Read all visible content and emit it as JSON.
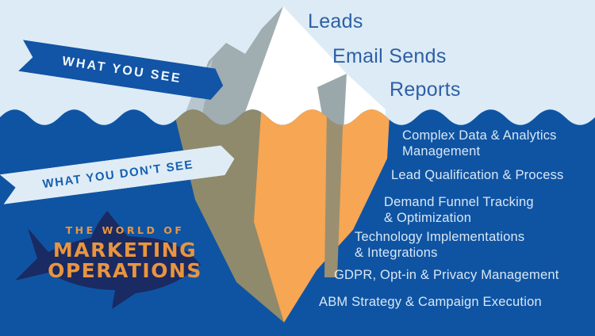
{
  "colors": {
    "sky": "#dcebf5",
    "water": "#0f54a3",
    "iceberg_white": "#ffffff",
    "iceberg_gray": "#a0adb1",
    "iceberg_gray_light": "#b6c5ce",
    "crevasse_gray": "#9aa7ab",
    "iceberg_orange": "#f7a653",
    "iceberg_olive": "#8f8a6b",
    "streak_olive": "#9b8f72",
    "shark_navy": "#1a2a62",
    "banner_dark": "#1254a6",
    "banner_dark_text": "#f2f8fc",
    "banner_light": "#dfecf6",
    "banner_light_text": "#1560ae",
    "surface_label_text": "#2d5fa6",
    "deep_label_text": "#d9e7f4",
    "brand_orange": "#e9953f"
  },
  "banners": {
    "what_you_see": "WHAT YOU SEE",
    "what_you_dont_see": "WHAT YOU DON'T SEE"
  },
  "surface_labels": [
    {
      "text": "Leads"
    },
    {
      "text": "Email Sends"
    },
    {
      "text": "Reports"
    }
  ],
  "deep_labels": [
    {
      "text": "Complex Data & Analytics\nManagement"
    },
    {
      "text": "Lead Qualification & Process"
    },
    {
      "text": "Demand Funnel Tracking\n& Optimization"
    },
    {
      "text": "Technology Implementations\n& Integrations"
    },
    {
      "text": "GDPR, Opt-in & Privacy Management"
    },
    {
      "text": "ABM Strategy & Campaign Execution"
    }
  ],
  "brand": {
    "kicker": "THE WORLD OF",
    "line1": "MARKETING",
    "line2": "OPERATIONS"
  }
}
